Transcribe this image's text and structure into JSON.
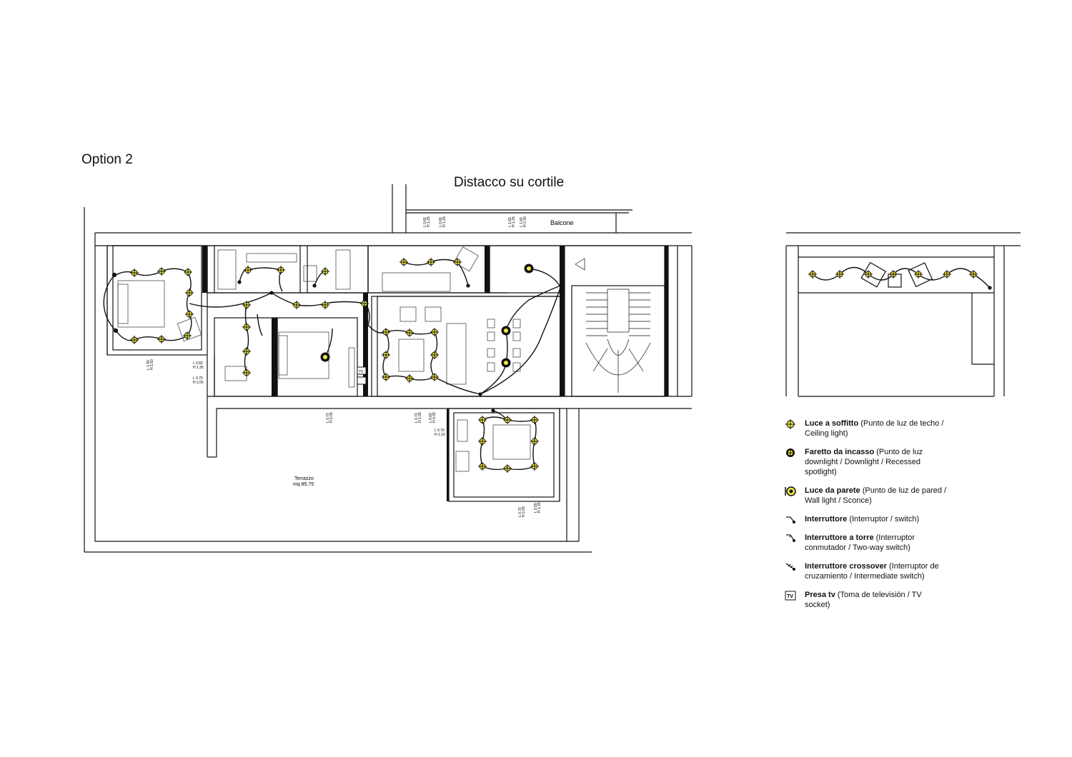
{
  "titles": {
    "option": "Option 2",
    "subtitle": "Distacco su cortile"
  },
  "plan_labels": {
    "balcone": "Balcone",
    "terrazzo": "Terrazzo",
    "terrazzo_area": "mq 85.75",
    "tv": "TV"
  },
  "dimensions": [
    {
      "l": "L 0.60",
      "h": "H 1.25"
    },
    {
      "l": "L 0.60",
      "h": "H 1.25"
    },
    {
      "l": "L 1.60",
      "h": "H 1.25"
    },
    {
      "l": "L 1.60",
      "h": "H 2.30"
    },
    {
      "l": "L 1.40",
      "h": "H 1.50"
    },
    {
      "l": "L 0.60",
      "h": "H 1.35"
    },
    {
      "l": "L 0.70",
      "h": "H 2.05"
    },
    {
      "l": "L 0.70",
      "h": "H 2.05"
    },
    {
      "l": "L 0.70",
      "h": "H 1.05"
    },
    {
      "l": "L 0.60",
      "h": "H 0.35"
    },
    {
      "l": "L 0.70",
      "h": "H 1.10"
    },
    {
      "l": "L 0.70",
      "h": "H 2.05"
    },
    {
      "l": "L 0.55",
      "h": "H 1.35"
    }
  ],
  "legend": [
    {
      "icon": "ceiling-light-icon",
      "bold": "Luce a soffitto",
      "text": " (Punto de luz de techo / Ceiling light)"
    },
    {
      "icon": "recessed-spotlight-icon",
      "bold": "Faretto da incasso",
      "text": " (Punto de luz downlight / Downlight / Recessed spotlight)"
    },
    {
      "icon": "wall-light-icon",
      "bold": "Luce da parete",
      "text": " (Punto de luz de pared / Wall light / Sconce)"
    },
    {
      "icon": "switch-icon",
      "bold": "Interruttore",
      "text": " (Interruptor / switch)"
    },
    {
      "icon": "two-way-switch-icon",
      "bold": "Interruttore a torre",
      "text": " (Interruptor conmutador / Two-way switch)"
    },
    {
      "icon": "crossover-switch-icon",
      "bold": "Interruttore crossover",
      "text": " (Interruptor de cruzamiento / Intermediate switch)"
    },
    {
      "icon": "tv-socket-icon",
      "bold": "Presa tv",
      "text": " (Toma de televisión / TV socket)"
    }
  ],
  "colors": {
    "line": "#111111",
    "light_fill": "#f2ea3a",
    "background": "#ffffff"
  }
}
